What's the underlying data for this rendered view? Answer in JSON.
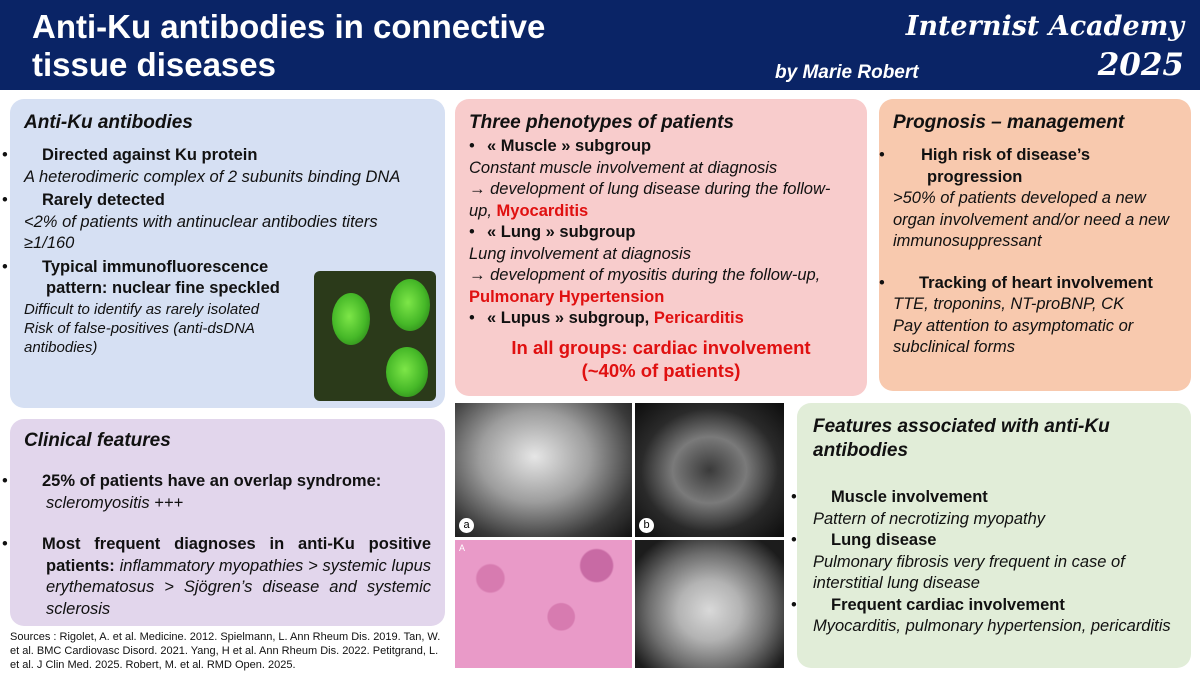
{
  "header": {
    "title_line1": "Anti-Ku antibodies in connective",
    "title_line2": "tissue diseases",
    "author": "by Marie Robert",
    "academy": "Internist Academy",
    "year": "2025"
  },
  "antiku": {
    "heading": "Anti-Ku antibodies",
    "b1": "Directed against Ku protein",
    "b1_text": "A heterodimeric complex of 2 subunits binding DNA",
    "b2": "Rarely detected",
    "b2_text": "<2% of patients with antinuclear antibodies titers ≥1/160",
    "b3": "Typical immunofluorescence pattern: nuclear fine speckled",
    "b3_text1": "Difficult to identify as rarely isolated",
    "b3_text2": "Risk of false-positives  (anti-dsDNA antibodies)"
  },
  "clinical": {
    "heading": "Clinical features",
    "b1_bold": "25% of patients have an overlap syndrome:",
    "b1_it": "scleromyositis +++",
    "b2_bold": "Most frequent diagnoses in anti-Ku positive patients:",
    "b2_it": "inflammatory myopathies > systemic lupus erythematosus > Sjögren’s disease and systemic sclerosis"
  },
  "phenotypes": {
    "heading": "Three phenotypes of patients",
    "muscle_label": "« Muscle » subgroup",
    "muscle_text1": "Constant muscle involvement at diagnosis",
    "muscle_text2": "development of lung disease during the follow-up,",
    "muscle_red": "Myocarditis",
    "lung_label": "« Lung » subgroup",
    "lung_text1": "Lung involvement at diagnosis",
    "lung_text2": "development of myositis during the follow-up,",
    "lung_red": "Pulmonary  Hypertension",
    "lupus_label": "« Lupus » subgroup,",
    "lupus_red": "Pericarditis",
    "summary1": "In all groups: cardiac involvement",
    "summary2": "(~40% of patients)"
  },
  "prognosis": {
    "heading": "Prognosis – management",
    "b1": "High risk of disease’s progression",
    "b1_text": ">50% of patients developed a new organ involvement and/or need a new immunosuppressant",
    "b2": "Tracking of heart involvement",
    "b2_text1": "TTE, troponins, NT-proBNP, CK",
    "b2_text2": "Pay attention to asymptomatic or subclinical forms"
  },
  "features": {
    "heading": "Features associated with anti-Ku antibodies",
    "b1": "Muscle involvement",
    "b1_text": "Pattern of necrotizing myopathy",
    "b2": "Lung disease",
    "b2_text": "Pulmonary fibrosis very frequent in case of interstitial lung disease",
    "b3": "Frequent cardiac involvement",
    "b3_text": "Myocarditis, pulmonary hypertension, pericarditis"
  },
  "images": {
    "label_a": "a",
    "label_b": "b",
    "label_c": "A"
  },
  "sources": "Sources : Rigolet, A. et al. Medicine. 2012. Spielmann, L. Ann Rheum Dis. 2019. Tan, W. et al. BMC Cardiovasc Disord. 2021. Yang, H et al. Ann Rheum Dis. 2022. Petitgrand, L. et al. J Clin Med. 2025. Robert, M. et al. RMD Open. 2025.",
  "colors": {
    "header_bg": "#0a2466",
    "antiku_bg": "#d6e0f3",
    "clinical_bg": "#e2d6ec",
    "phenotypes_bg": "#f8cccc",
    "prognosis_bg": "#f8c9ae",
    "features_bg": "#e1edd8",
    "accent_red": "#e01010"
  }
}
